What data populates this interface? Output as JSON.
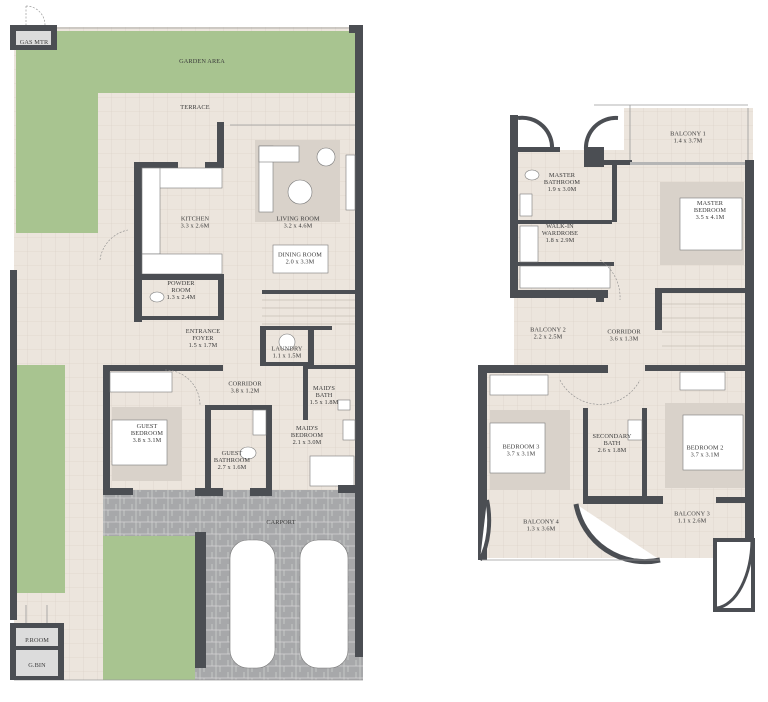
{
  "ground_floor": {
    "rooms": [
      {
        "id": "gas-mtr",
        "lines": [
          "GAS MTR"
        ]
      },
      {
        "id": "garden-area",
        "lines": [
          "GARDEN AREA"
        ]
      },
      {
        "id": "terrace",
        "lines": [
          "TERRACE"
        ]
      },
      {
        "id": "kitchen",
        "lines": [
          "KITCHEN",
          "3.3 x 2.6M"
        ]
      },
      {
        "id": "living-room",
        "lines": [
          "LIVING ROOM",
          "3.2 x 4.6M"
        ]
      },
      {
        "id": "dining-room",
        "lines": [
          "DINING ROOM",
          "2.0 x 3.3M"
        ]
      },
      {
        "id": "powder-room",
        "lines": [
          "POWDER",
          "ROOM",
          "1.3 x 2.4M"
        ]
      },
      {
        "id": "entrance-foyer",
        "lines": [
          "ENTRANCE",
          "FOYER",
          "1.5 x 1.7M"
        ]
      },
      {
        "id": "laundry",
        "lines": [
          "LAUNDRY",
          "1.1 x 1.5M"
        ]
      },
      {
        "id": "corridor",
        "lines": [
          "CORRIDOR",
          "3.8 x 1.2M"
        ]
      },
      {
        "id": "maids-bath",
        "lines": [
          "MAID'S",
          "BATH",
          "1.5 x 1.8M"
        ]
      },
      {
        "id": "guest-bedroom",
        "lines": [
          "GUEST",
          "BEDROOM",
          "3.8 x 3.1M"
        ]
      },
      {
        "id": "maids-bedroom",
        "lines": [
          "MAID'S",
          "BEDROOM",
          "2.1 x 3.0M"
        ]
      },
      {
        "id": "guest-bathroom",
        "lines": [
          "GUEST",
          "BATHROOM",
          "2.7 x 1.6M"
        ]
      },
      {
        "id": "carport",
        "lines": [
          "CARPORT"
        ]
      },
      {
        "id": "p-room",
        "lines": [
          "P.ROOM"
        ]
      },
      {
        "id": "g-bin",
        "lines": [
          "G.BIN"
        ]
      }
    ]
  },
  "first_floor": {
    "rooms": [
      {
        "id": "balcony-1",
        "lines": [
          "BALCONY 1",
          "1.4 x 3.7M"
        ]
      },
      {
        "id": "master-bathroom",
        "lines": [
          "MASTER",
          "BATHROOM",
          "1.9 x 3.0M"
        ]
      },
      {
        "id": "master-bedroom",
        "lines": [
          "MASTER",
          "BEDROOM",
          "3.5 x 4.1M"
        ]
      },
      {
        "id": "walk-in-wardrobe",
        "lines": [
          "WALK-IN",
          "WARDROBE",
          "1.8 x 2.9M"
        ]
      },
      {
        "id": "balcony-2",
        "lines": [
          "BALCONY 2",
          "2.2 x 2.5M"
        ]
      },
      {
        "id": "corridor-upper",
        "lines": [
          "CORRIDOR",
          "3.6 x 1.3M"
        ]
      },
      {
        "id": "bedroom-3",
        "lines": [
          "BEDROOM 3",
          "3.7 x 3.1M"
        ]
      },
      {
        "id": "secondary-bath",
        "lines": [
          "SECONDARY",
          "BATH",
          "2.6 x 1.8M"
        ]
      },
      {
        "id": "bedroom-2",
        "lines": [
          "BEDROOM 2",
          "3.7 x 3.1M"
        ]
      },
      {
        "id": "balcony-4",
        "lines": [
          "BALCONY 4",
          "1.3 x 3.6M"
        ]
      },
      {
        "id": "balcony-3",
        "lines": [
          "BALCONY 3",
          "1.1 x 2.6M"
        ]
      }
    ]
  },
  "colors": {
    "wall": "#4b4e53",
    "floor_tile": "#ece5dd",
    "garden": "#a8c490",
    "paving": "#a9a9ab",
    "rug": "#d9d2ca"
  }
}
